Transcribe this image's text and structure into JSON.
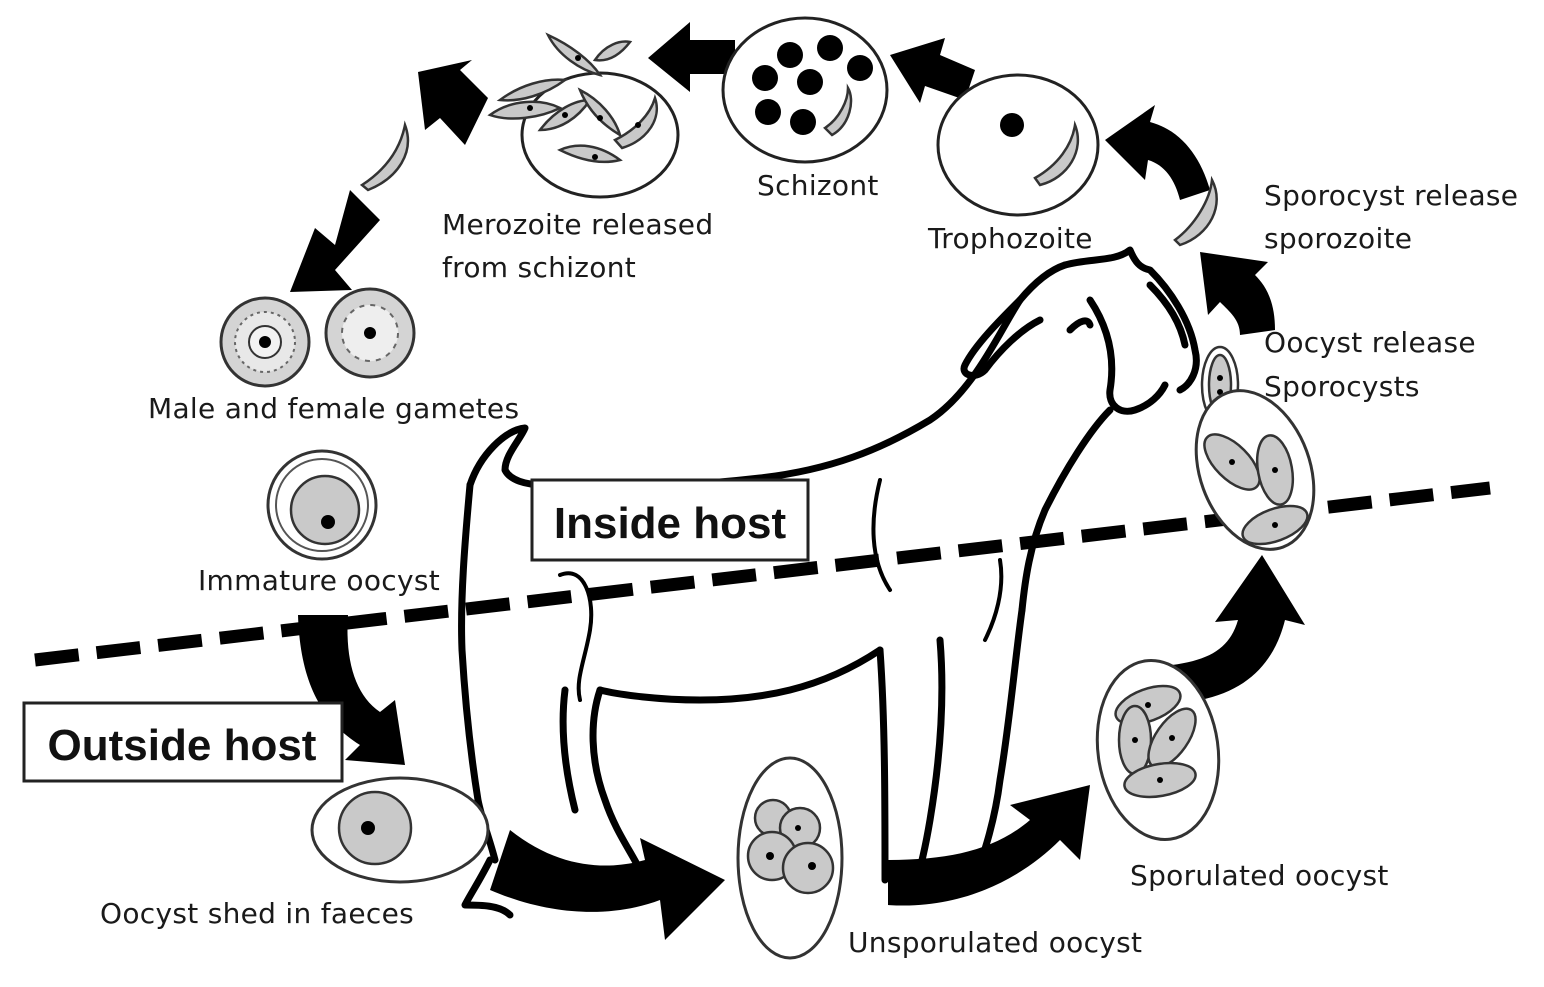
{
  "labels": {
    "schizont": "Schizont",
    "merozoite_line1": "Merozoite released",
    "merozoite_line2": "from schizont",
    "trophozoite": "Trophozoite",
    "sporocyst_release_line1": "Sporocyst release",
    "sporocyst_release_line2": "sporozoite",
    "oocyst_release_line1": "Oocyst release",
    "oocyst_release_line2": "Sporocysts",
    "gametes": "Male and female gametes",
    "immature_oocyst": "Immature oocyst",
    "oocyst_shed": "Oocyst shed in faeces",
    "unsporulated": "Unsporulated oocyst",
    "sporulated": "Sporulated oocyst"
  },
  "regions": {
    "inside": "Inside host",
    "outside": "Outside host"
  },
  "colors": {
    "ink": "#000000",
    "cell_fill": "#c9c9c9",
    "background": "#ffffff"
  }
}
